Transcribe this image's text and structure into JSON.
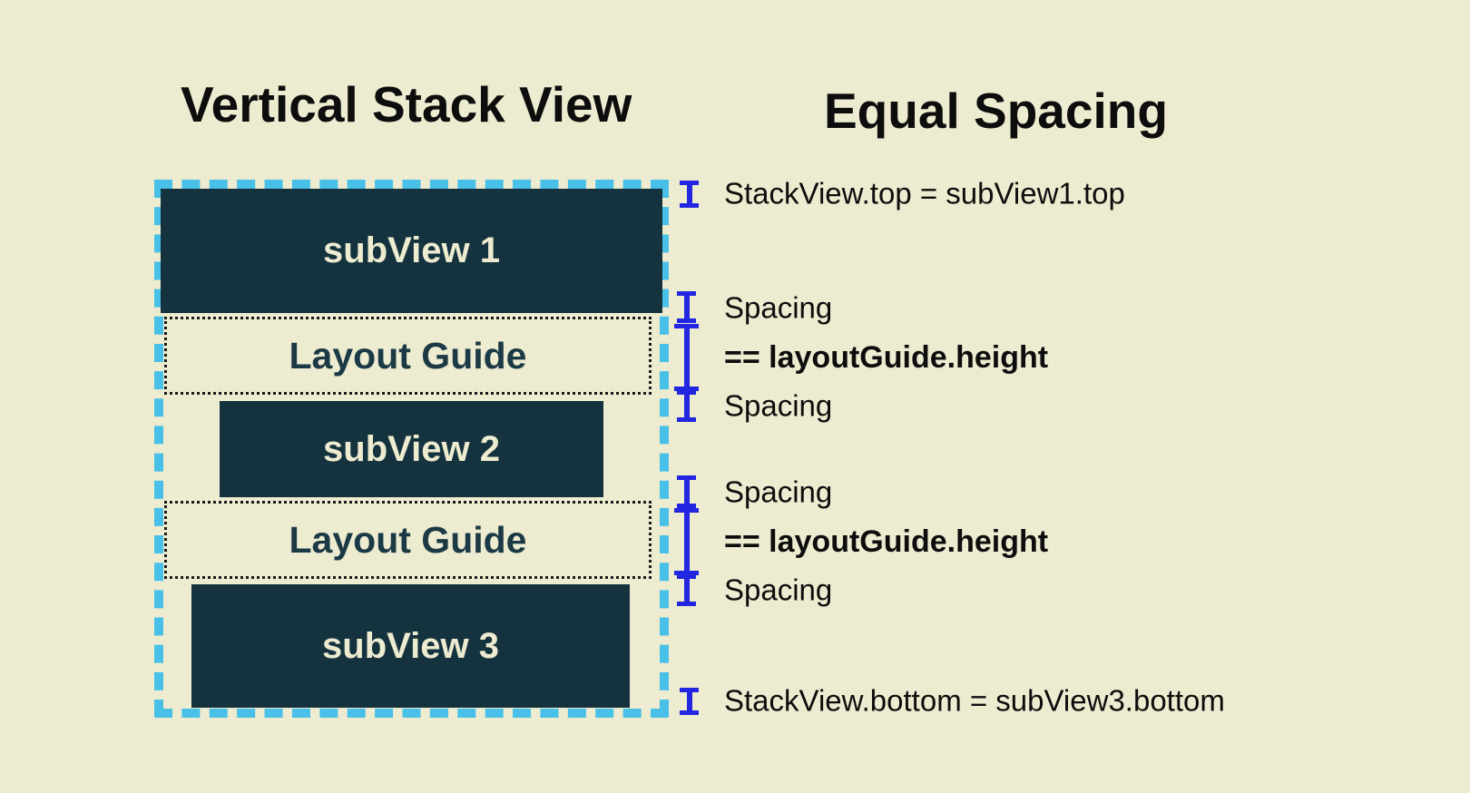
{
  "titles": {
    "left": "Vertical Stack View",
    "right": "Equal Spacing"
  },
  "stack_view": {
    "items": [
      {
        "type": "subview",
        "label": "subView 1"
      },
      {
        "type": "layout_guide",
        "label": "Layout Guide"
      },
      {
        "type": "subview",
        "label": "subView 2"
      },
      {
        "type": "layout_guide",
        "label": "Layout Guide"
      },
      {
        "type": "subview",
        "label": "subView 3"
      }
    ]
  },
  "annotations": [
    {
      "label": "StackView.top = subView1.top",
      "marker": "small-ibeam",
      "bold": false
    },
    {
      "label": "Spacing",
      "marker": "small-ibeam",
      "bold": false
    },
    {
      "label": "== layoutGuide.height",
      "marker": "tall-ibeam",
      "bold": true
    },
    {
      "label": "Spacing",
      "marker": "small-ibeam",
      "bold": false
    },
    {
      "label": "Spacing",
      "marker": "small-ibeam",
      "bold": false
    },
    {
      "label": "== layoutGuide.height",
      "marker": "tall-ibeam",
      "bold": true
    },
    {
      "label": "Spacing",
      "marker": "small-ibeam",
      "bold": false
    },
    {
      "label": "StackView.bottom = subView3.bottom",
      "marker": "small-ibeam",
      "bold": false
    }
  ],
  "colors": {
    "background": "#EDEBD0",
    "stack_border_cyan": "#49C0E8",
    "subview_fill": "#14333F",
    "subview_text": "#EDEBD0",
    "guide_text": "#1B3A46",
    "constraint_blue": "#2226E0",
    "text_black": "#0D0D0D"
  }
}
